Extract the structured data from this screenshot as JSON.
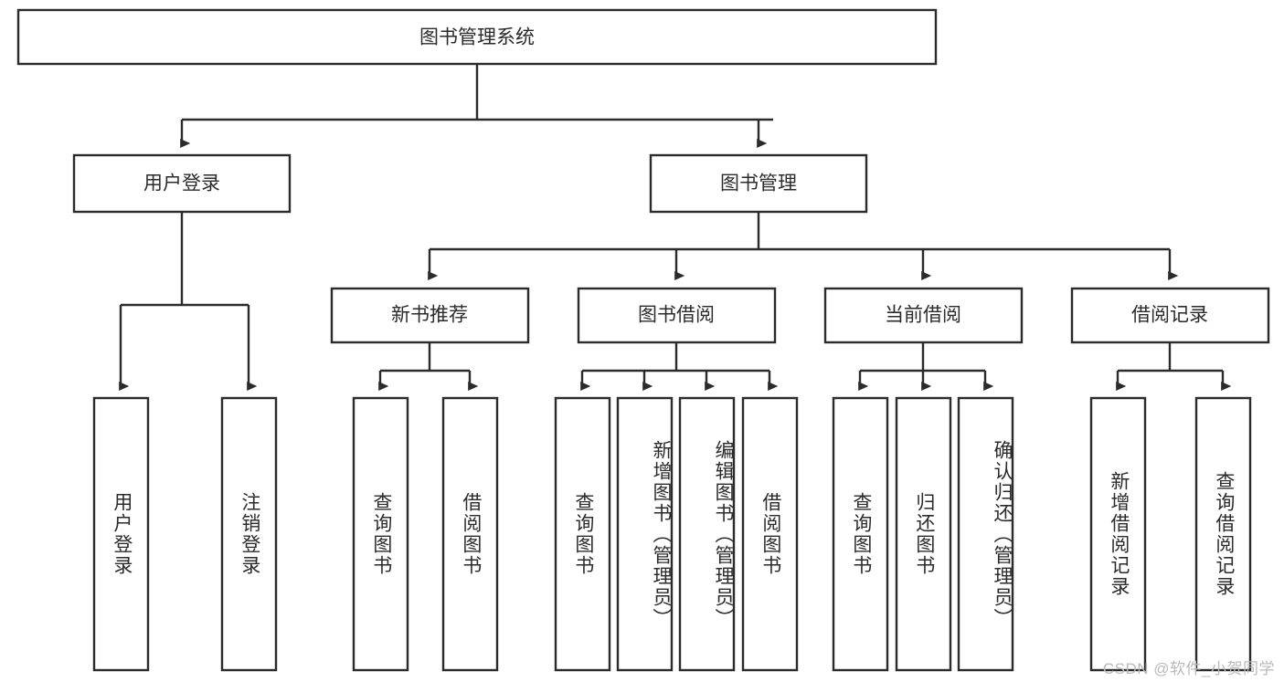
{
  "diagram": {
    "title": "图书管理系统",
    "type": "hierarchy-tree",
    "watermark": "CSDN @软件_小贺同学",
    "colors": {
      "stroke": "#2b2b2b",
      "fill": "#ffffff",
      "text": "#2b2b2b",
      "watermark": "#b9b9b9"
    },
    "levels": {
      "root": {
        "label": "图书管理系统"
      },
      "level2": [
        {
          "label": "用户登录"
        },
        {
          "label": "图书管理"
        }
      ],
      "level3": [
        {
          "label": "新书推荐"
        },
        {
          "label": "图书借阅"
        },
        {
          "label": "当前借阅"
        },
        {
          "label": "借阅记录"
        }
      ],
      "level4": [
        {
          "label": "用户登录",
          "parent": "用户登录"
        },
        {
          "label": "注销登录",
          "parent": "用户登录"
        },
        {
          "label": "查询图书",
          "parent": "新书推荐"
        },
        {
          "label": "借阅图书",
          "parent": "新书推荐"
        },
        {
          "label": "查询图书",
          "parent": "图书借阅"
        },
        {
          "label": "新增图书（管理员）",
          "parent": "图书借阅"
        },
        {
          "label": "编辑图书（管理员）",
          "parent": "图书借阅"
        },
        {
          "label": "借阅图书",
          "parent": "图书借阅"
        },
        {
          "label": "查询图书",
          "parent": "当前借阅"
        },
        {
          "label": "归还图书",
          "parent": "当前借阅"
        },
        {
          "label": "确认归还（管理员）",
          "parent": "当前借阅"
        },
        {
          "label": "新增借阅记录",
          "parent": "借阅记录"
        },
        {
          "label": "查询借阅记录",
          "parent": "借阅记录"
        }
      ]
    }
  },
  "nodes": {
    "root": "图书管理系统",
    "n_user_login": "用户登录",
    "n_book_mgmt": "图书管理",
    "n_new_book": "新书推荐",
    "n_book_borrow": "图书借阅",
    "n_current_borrow": "当前借阅",
    "n_borrow_record": "借阅记录",
    "leaf_user_login": "用户登录",
    "leaf_logout": "注销登录",
    "leaf_query_book_a": "查询图书",
    "leaf_borrow_book_a": "借阅图书",
    "leaf_query_book_b": "查询图书",
    "leaf_add_book": "新增图书（管理员）",
    "leaf_edit_book": "编辑图书（管理员）",
    "leaf_borrow_book_b": "借阅图书",
    "leaf_query_book_c": "查询图书",
    "leaf_return_book": "归还图书",
    "leaf_confirm_return": "确认归还（管理员）",
    "leaf_add_record": "新增借阅记录",
    "leaf_query_record": "查询借阅记录"
  },
  "watermark": {
    "text": "CSDN @软件_小贺同学"
  }
}
